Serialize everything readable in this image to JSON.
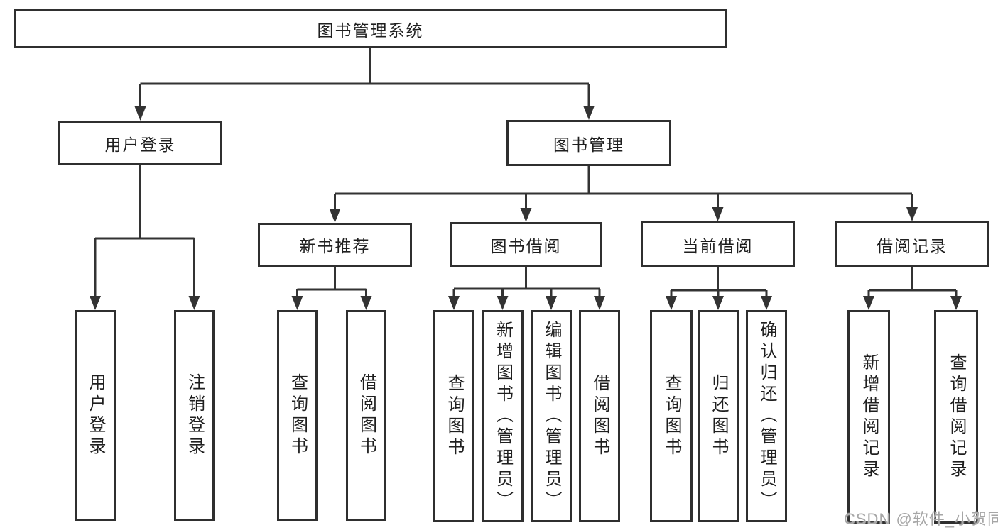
{
  "tree": {
    "root": {
      "label": "图书管理系统"
    },
    "children": [
      {
        "label": "用户登录",
        "children": [
          {
            "label": "用户登录"
          },
          {
            "label": "注销登录"
          }
        ]
      },
      {
        "label": "图书管理",
        "children": [
          {
            "label": "新书推荐",
            "children": [
              {
                "label": "查询图书"
              },
              {
                "label": "借阅图书"
              }
            ]
          },
          {
            "label": "图书借阅",
            "children": [
              {
                "label": "查询图书"
              },
              {
                "label": "新增图书（管理员）"
              },
              {
                "label": "编辑图书（管理员）"
              },
              {
                "label": "借阅图书"
              }
            ]
          },
          {
            "label": "当前借阅",
            "children": [
              {
                "label": "查询图书"
              },
              {
                "label": "归还图书"
              },
              {
                "label": "确认归还（管理员）"
              }
            ]
          },
          {
            "label": "借阅记录",
            "children": [
              {
                "label": "新增借阅记录"
              },
              {
                "label": "查询借阅记录"
              }
            ]
          }
        ]
      }
    ]
  },
  "watermark": "CSDN @软件_小贺同学",
  "colors": {
    "line": "#333333",
    "box_border": "#2f2f2f",
    "text": "#1f1f1f",
    "watermark": "#a6a6a6",
    "background": "#ffffff"
  }
}
